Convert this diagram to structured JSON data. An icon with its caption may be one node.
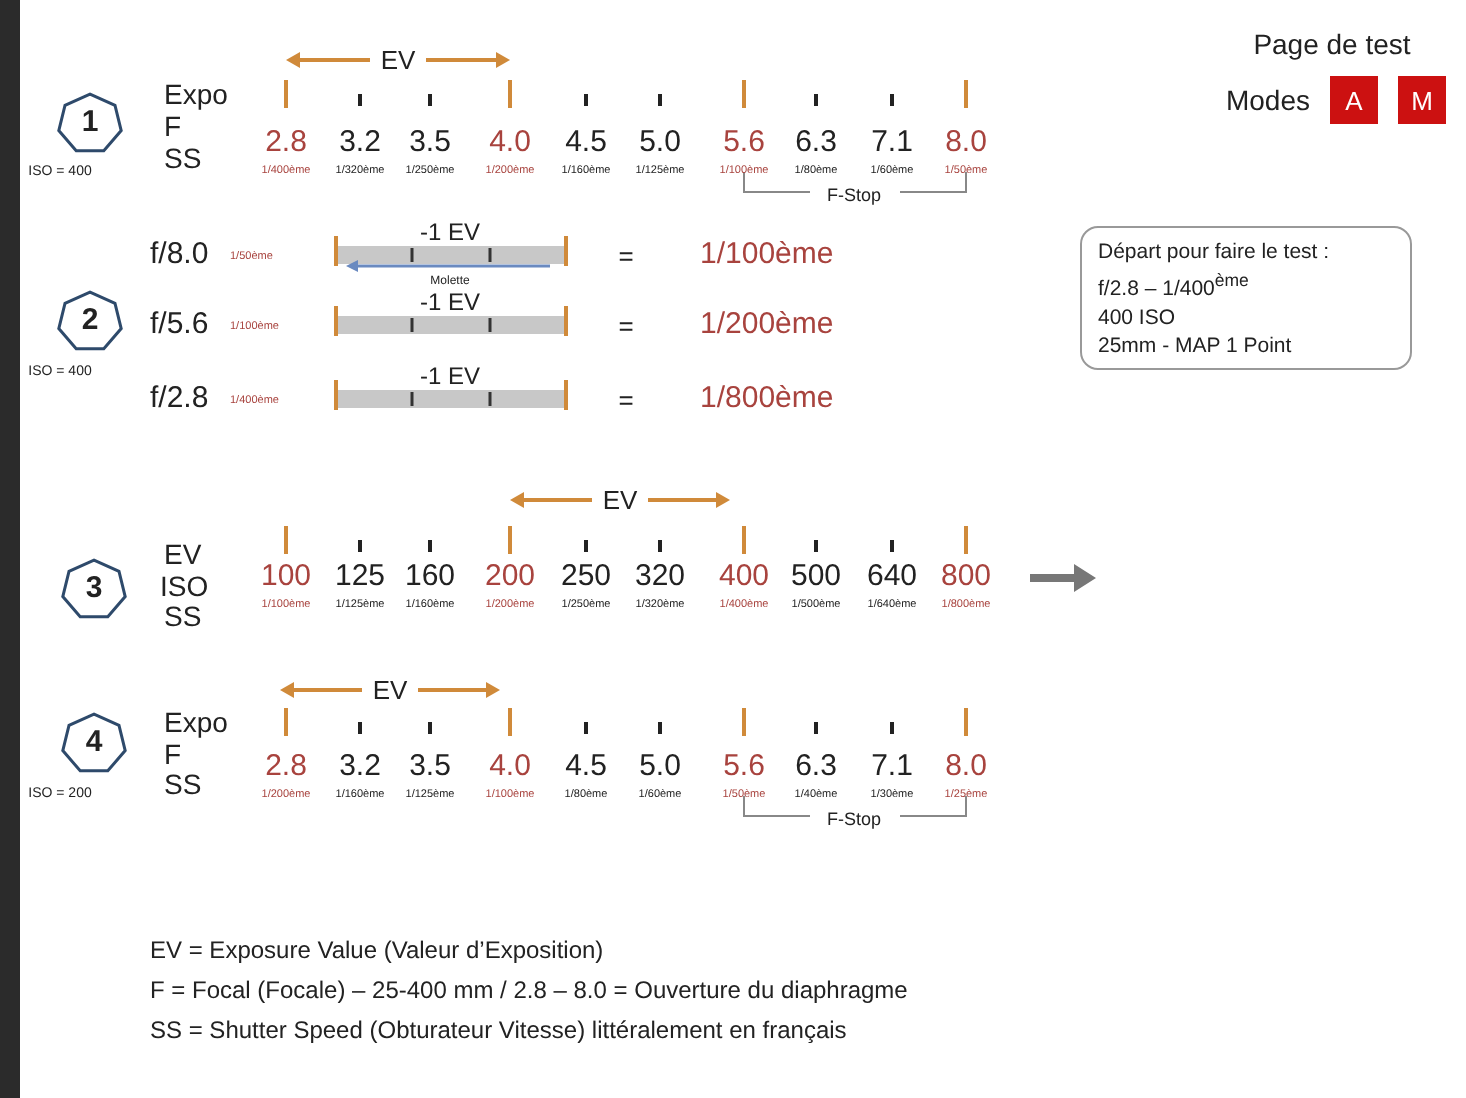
{
  "diagram": {
    "nodes": [
      {
        "text": [
          "A"
        ]
      },
      {
        "text": [
          "M"
        ]
      },
      {
        "text": [
          "1"
        ],
        "beside": [
          "ISO = 400"
        ]
      },
      {
        "text": [
          "Départ pour faire le test :",
          "f/2.8 – 1/400$^{ème}$",
          "400 ISO",
          "25mm - MAP 1 Point"
        ]
      },
      {
        "text": [
          "2"
        ],
        "beside": [
          "ISO = 400"
        ]
      },
      {
        "text": [
          "3"
        ]
      },
      {
        "text": [
          "4"
        ],
        "beside": [
          "ISO = 200"
        ]
      }
    ],
    "labels": [
      "Page de test",
      "Modes",
      "EV",
      "Expo",
      "F",
      "SS",
      "2.8",
      "3.2",
      "3.5",
      "4.0",
      "4.5",
      "5.0",
      "5.6",
      "6.3",
      "7.1",
      "8.0",
      "1/400ème",
      "1/320ème",
      "1/250ème",
      "1/200ème",
      "1/160ème",
      "1/125ème",
      "1/100ème",
      "1/80ème",
      "1/60ème",
      "1/50ème",
      "F-Stop",
      "f/8.0",
      "1/50ème",
      "-1 EV",
      "=",
      "1/100ème",
      "Molette",
      "f/5.6",
      "1/100ème",
      "-1 EV",
      "=",
      "1/200ème",
      "f/2.8",
      "1/400ème",
      "-1 EV",
      "=",
      "1/800ème",
      "EV",
      "EV",
      "ISO",
      "SS",
      "100",
      "125",
      "160",
      "200",
      "250",
      "320",
      "400",
      "500",
      "640",
      "800",
      "1/100ème",
      "1/125ème",
      "1/160ème",
      "1/200ème",
      "1/250ème",
      "1/320ème",
      "1/400ème",
      "1/500ème",
      "1/640ème",
      "1/800ème",
      "EV",
      "Expo",
      "F",
      "SS",
      "2.8",
      "3.2",
      "3.5",
      "4.0",
      "4.5",
      "5.0",
      "5.6",
      "6.3",
      "7.1",
      "8.0",
      "1/200ème",
      "1/160ème",
      "1/125ème",
      "1/100ème",
      "1/80ème",
      "1/60ème",
      "1/50ème",
      "1/40ème",
      "1/30ème",
      "1/25ème",
      "F-Stop",
      "EV = Exposure Value (Valeur d’Exposition)",
      "F = Focal (Focale) – 25-400 mm / 2.8 – 8.0 = Ouverture du diaphragme",
      "SS = Shutter Speed (Obturateur Vitesse) littéralement en français"
    ]
  }
}
